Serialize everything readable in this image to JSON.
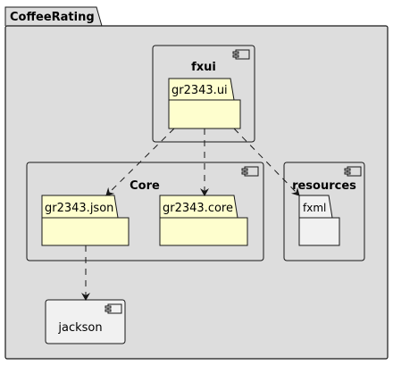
{
  "diagram": {
    "package": {
      "name": "CoffeeRating"
    },
    "components": {
      "fxui": {
        "name": "fxui",
        "folder": "gr2343.ui"
      },
      "core": {
        "name": "Core",
        "folders": [
          "gr2343.json",
          "gr2343.core"
        ]
      },
      "resources": {
        "name": "resources",
        "folder": "fxml"
      },
      "jackson": {
        "name": "jackson"
      }
    },
    "dependencies": [
      {
        "from": "gr2343.ui",
        "to": "gr2343.json"
      },
      {
        "from": "gr2343.ui",
        "to": "gr2343.core"
      },
      {
        "from": "gr2343.ui",
        "to": "fxml"
      },
      {
        "from": "gr2343.json",
        "to": "jackson"
      }
    ],
    "colors": {
      "package_fill": "#DDDDDD",
      "folder_fill": "#FEFECE",
      "external_fill": "#F1F1F1",
      "stroke": "#181818"
    }
  }
}
